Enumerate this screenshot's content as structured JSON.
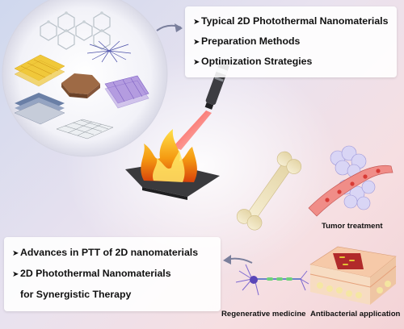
{
  "top_box": {
    "items": [
      "Typical 2D Photothermal Nanomaterials",
      "Preparation Methods",
      "Optimization Strategies"
    ]
  },
  "bottom_box": {
    "items": [
      "Advances in PTT of  2D nanomaterials",
      "2D Photothermal Nanomaterials",
      "for Synergistic Therapy"
    ]
  },
  "captions": {
    "tumor": "Tumor treatment",
    "regenerative": "Regenerative medicine",
    "antibacterial": "Antibacterial application"
  },
  "colors": {
    "laser": "#e0201c",
    "flame": "#f5a312",
    "arrow": "#7a7f9c"
  },
  "icons": [
    "nanosheet-cluster",
    "laser-pointer",
    "flame",
    "bone",
    "blood-vessel-tumor",
    "neuron",
    "skin-wound"
  ]
}
